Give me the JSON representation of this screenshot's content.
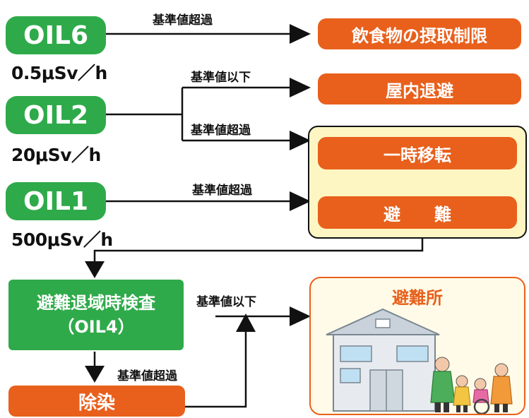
{
  "oil_levels": {
    "oil6": {
      "label": "OIL6",
      "threshold": "0.5μSv／h"
    },
    "oil2": {
      "label": "OIL2",
      "threshold": "20μSv／h"
    },
    "oil1": {
      "label": "OIL1",
      "threshold": "500μSv／h"
    }
  },
  "inspection": {
    "line1": "避難退域時検査",
    "line2": "（OIL4）"
  },
  "decon": {
    "label": "除染"
  },
  "actions": {
    "food_restriction": "飲食物の摂取制限",
    "indoor_shelter": "屋内退避",
    "temporary_relocation": "一時移転",
    "evacuation": "避　　難"
  },
  "shelter_site": {
    "title": "避難所"
  },
  "edge_labels": {
    "oil6_exceed": "基準値超過",
    "oil2_below": "基準値以下",
    "oil2_exceed": "基準値超過",
    "oil1_exceed": "基準値超過",
    "inspection_below": "基準値以下",
    "inspection_exceed": "基準値超過"
  },
  "colors": {
    "green": "#2faa4a",
    "orange": "#e8601c",
    "yellow_panel": "#fdf6c3",
    "shelter_panel": "#fffbe8",
    "arrow": "#111111"
  }
}
